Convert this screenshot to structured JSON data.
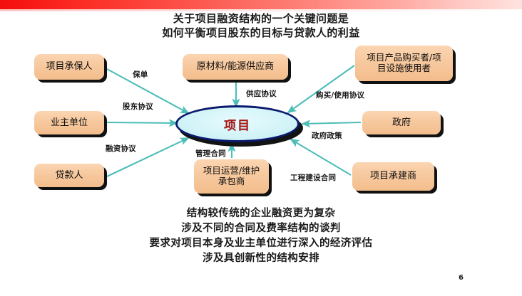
{
  "slide": {
    "page_number": "6",
    "banner_color": "#f40d0d",
    "node_fill_color": "#f7c99f",
    "connector_color": "#4dbdb8",
    "center_border_color": "#0a1a6e",
    "center_text_color": "#a81616"
  },
  "title": {
    "line1": "关于项目融资结构的一个关键问题是",
    "line2": "如何平衡项目股东的目标与贷款人的利益"
  },
  "center": {
    "label": "项目"
  },
  "nodes": {
    "insurer": {
      "label": "项目承保人"
    },
    "owner": {
      "label": "业主单位"
    },
    "lender": {
      "label": "贷款人"
    },
    "supplier": {
      "label": "原材料/能源供应商"
    },
    "buyer": {
      "line1": "项目产品购买者/项",
      "line2": "目设施使用者"
    },
    "government": {
      "label": "政府"
    },
    "builder": {
      "label": "项目承建商"
    },
    "operator": {
      "line1": "项目运营/维护",
      "line2": "承包商"
    }
  },
  "edge_labels": {
    "policy": "保单",
    "shareholder_agreement": "股东协议",
    "financing_agreement": "融资协议",
    "supply_agreement": "供应协议",
    "purchase_use_agreement": "购买/使用协议",
    "government_policy": "政府政策",
    "construction_contract": "工程建设合同",
    "management_contract": "管理合同"
  },
  "summary": {
    "line1": "结构较传统的企业融资更为复杂",
    "line2": "涉及不同的合同及费率结构的谈判",
    "line3": "要求对项目本身及业主单位进行深入的经济评估",
    "line4": "涉及具创新性的结构安排"
  }
}
